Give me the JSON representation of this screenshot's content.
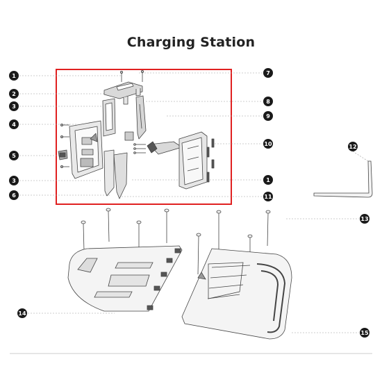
{
  "title": "Charging Station",
  "highlight_color": "#e02020",
  "callouts": [
    {
      "id": "c1a",
      "number": "1"
    },
    {
      "id": "c2",
      "number": "2"
    },
    {
      "id": "c3a",
      "number": "3"
    },
    {
      "id": "c4",
      "number": "4"
    },
    {
      "id": "c5",
      "number": "5"
    },
    {
      "id": "c3b",
      "number": "3"
    },
    {
      "id": "c6",
      "number": "6"
    },
    {
      "id": "c7",
      "number": "7"
    },
    {
      "id": "c8",
      "number": "8"
    },
    {
      "id": "c9",
      "number": "9"
    },
    {
      "id": "c10",
      "number": "10"
    },
    {
      "id": "c1b",
      "number": "1"
    },
    {
      "id": "c11",
      "number": "11"
    },
    {
      "id": "c12",
      "number": "12"
    },
    {
      "id": "c13",
      "number": "13"
    },
    {
      "id": "c14",
      "number": "14"
    },
    {
      "id": "c15",
      "number": "15"
    }
  ]
}
